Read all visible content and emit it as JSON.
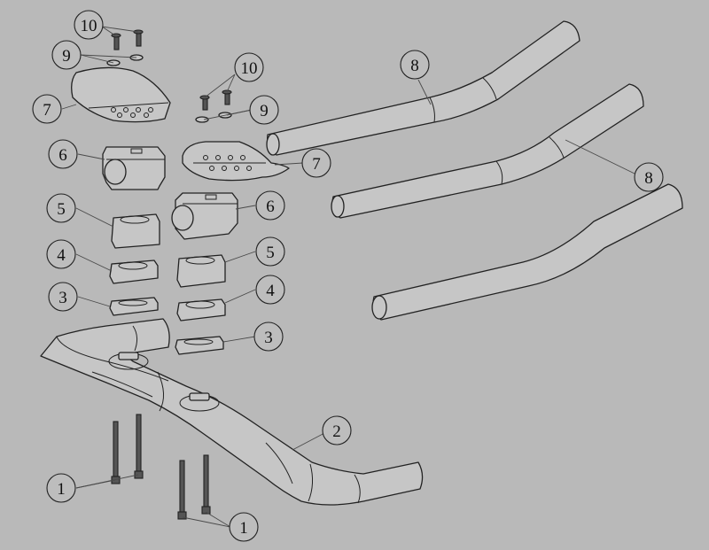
{
  "colors": {
    "background": "#b9b9b9",
    "part_fill": "#c6c6c6",
    "outline": "#222222",
    "leader": "#4a4a4a"
  },
  "callouts": {
    "c1a": "1",
    "c1b": "1",
    "c2": "2",
    "c3a": "3",
    "c3b": "3",
    "c4a": "4",
    "c4b": "4",
    "c5a": "5",
    "c5b": "5",
    "c6a": "6",
    "c6b": "6",
    "c7a": "7",
    "c7b": "7",
    "c8a": "8",
    "c8b": "8",
    "c9a": "9",
    "c9b": "9",
    "c10a": "10",
    "c10b": "10"
  }
}
